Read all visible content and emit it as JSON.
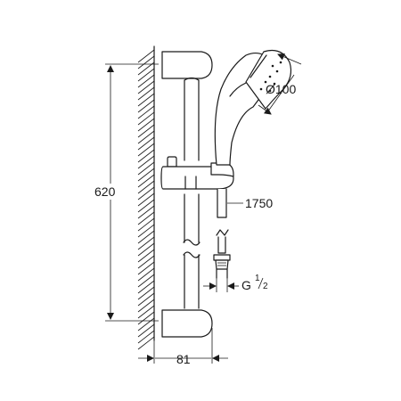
{
  "dimensions": {
    "rail_height": "620",
    "head_diameter": "Ø100",
    "hose_length": "1750",
    "connection_thread": "G",
    "connection_fraction_num": "1",
    "connection_fraction_den": "2",
    "wall_distance": "81"
  }
}
